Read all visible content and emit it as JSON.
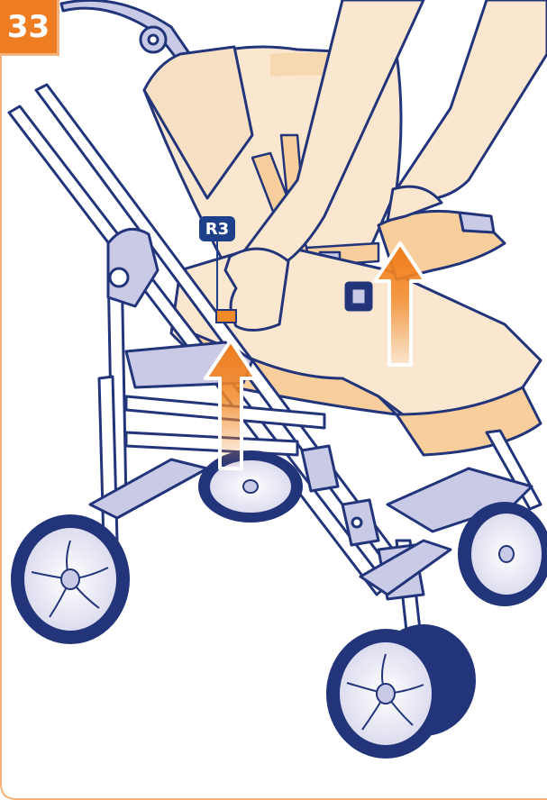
{
  "step": {
    "number": "33"
  },
  "callout": {
    "label": "R3"
  },
  "colors": {
    "badge": "#ef7d22",
    "frame_outline": "#23357a",
    "frame_fill": "#c9cae6",
    "seat_light": "#fbe7cf",
    "seat_mid": "#f8cf9c",
    "arrow_orange": "#f28a2a",
    "callout": "#1e3f8a"
  },
  "icons": [
    "lift-up-arrow",
    "lift-up-arrow"
  ]
}
